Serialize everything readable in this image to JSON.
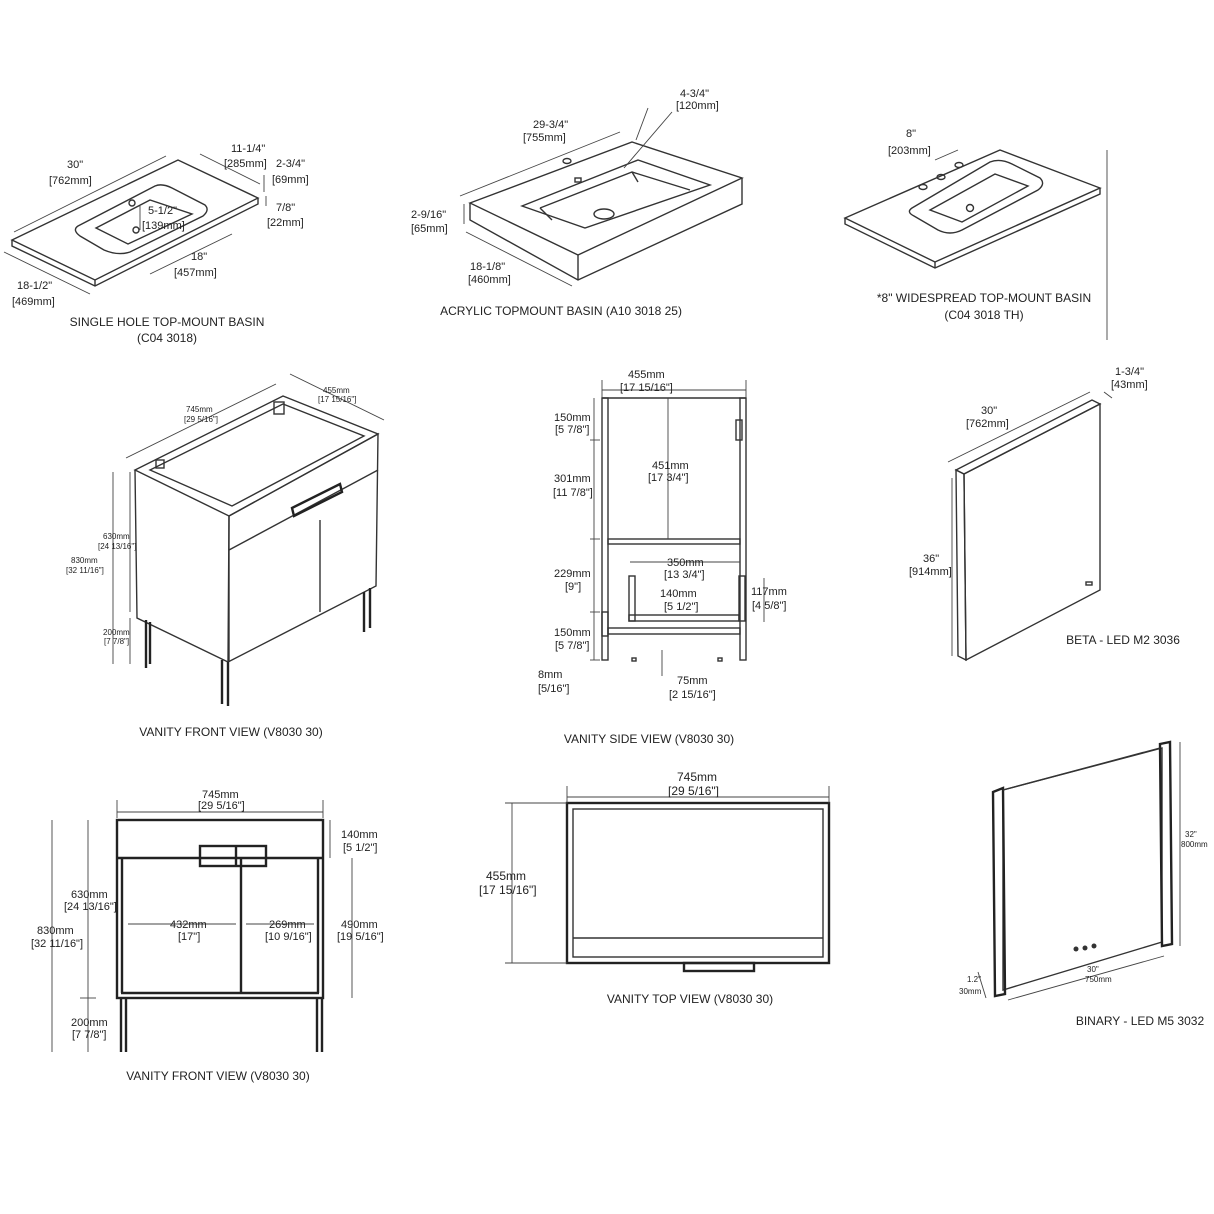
{
  "panels": {
    "single_hole": {
      "caption1": "SINGLE HOLE TOP-MOUNT BASIN",
      "caption2": "(C04 3018)",
      "d_len_in": "30\"",
      "d_len_mm": "[762mm]",
      "d_bw_in": "11-1/4\"",
      "d_bw_mm": "[285mm]",
      "d_bd_in": "2-3/4\"",
      "d_bd_mm": "[69mm]",
      "d_th_in": "7/8\"",
      "d_th_mm": "[22mm]",
      "d_hole_in": "5-1/2\"",
      "d_hole_mm": "[139mm]",
      "d_bl_in": "18\"",
      "d_bl_mm": "[457mm]",
      "d_dep_in": "18-1/2\"",
      "d_dep_mm": "[469mm]"
    },
    "acrylic": {
      "caption1": "ACRYLIC TOPMOUNT BASIN (A10 3018 25)",
      "d_len_in": "29-3/4\"",
      "d_len_mm": "[755mm]",
      "d_bd_in": "4-3/4\"",
      "d_bd_mm": "[120mm]",
      "d_th_in": "2-9/16\"",
      "d_th_mm": "[65mm]",
      "d_dep_in": "18-1/8\"",
      "d_dep_mm": "[460mm]"
    },
    "widespread": {
      "caption1": "*8\" WIDESPREAD TOP-MOUNT BASIN",
      "caption2": "(C04 3018 TH)",
      "d_sp_in": "8\"",
      "d_sp_mm": "[203mm]"
    },
    "front_iso": {
      "caption1": "VANITY FRONT VIEW (V8030 30)",
      "d_w_mm": "745mm",
      "d_w_in": "[29 5/16\"]",
      "d_d_mm": "455mm",
      "d_d_in": "[17 15/16\"]",
      "d_h1_mm": "630mm",
      "d_h1_in": "[24 13/16\"]",
      "d_h_mm": "830mm",
      "d_h_in": "[32 11/16\"]",
      "d_leg_mm": "200mm",
      "d_leg_in": "[7 7/8\"]"
    },
    "side": {
      "caption1": "VANITY SIDE VIEW (V8030 30)",
      "d_w_mm": "455mm",
      "d_w_in": "[17 15/16\"]",
      "d_a_mm": "150mm",
      "d_a_in": "[5 7/8\"]",
      "d_b_mm": "301mm",
      "d_b_in": "[11 7/8\"]",
      "d_c_mm": "229mm",
      "d_c_in": "[9\"]",
      "d_d_mm": "150mm",
      "d_d_in": "[5 7/8\"]",
      "d_e_mm": "8mm",
      "d_e_in": "[5/16\"]",
      "d_in_mm": "451mm",
      "d_in_in": "[17 3/4\"]",
      "d_dr_mm": "350mm",
      "d_dr_in": "[13 3/4\"]",
      "d_dh_mm": "140mm",
      "d_dh_in": "[5 1/2\"]",
      "d_dd_mm": "117mm",
      "d_dd_in": "[4 5/8\"]",
      "d_ft_mm": "75mm",
      "d_ft_in": "[2 15/16\"]"
    },
    "beta": {
      "caption1": "BETA - LED M2 3036",
      "d_w_in": "30\"",
      "d_w_mm": "[762mm]",
      "d_h_in": "36\"",
      "d_h_mm": "[914mm]",
      "d_t_in": "1-3/4\"",
      "d_t_mm": "[43mm]"
    },
    "front": {
      "caption1": "VANITY FRONT VIEW (V8030 30)",
      "d_w_mm": "745mm",
      "d_w_in": "[29 5/16\"]",
      "d_top_mm": "140mm",
      "d_top_in": "[5 1/2\"]",
      "d_h1_mm": "630mm",
      "d_h1_in": "[24 13/16\"]",
      "d_h_mm": "830mm",
      "d_h_in": "[32 11/16\"]",
      "d_dl_mm": "432mm",
      "d_dl_in": "[17\"]",
      "d_dr_mm": "269mm",
      "d_dr_in": "[10 9/16\"]",
      "d_body_mm": "490mm",
      "d_body_in": "[19 5/16\"]",
      "d_leg_mm": "200mm",
      "d_leg_in": "[7 7/8\"]"
    },
    "top": {
      "caption1": "VANITY TOP VIEW (V8030 30)",
      "d_w_mm": "745mm",
      "d_w_in": "[29 5/16\"]",
      "d_d_mm": "455mm",
      "d_d_in": "[17 15/16\"]"
    },
    "binary": {
      "caption1": "BINARY - LED M5 3032",
      "d_h_in": "32\"",
      "d_h_mm": "800mm",
      "d_w_in": "30\"",
      "d_w_mm": "750mm",
      "d_t_in": "1.2\"",
      "d_t_mm": "30mm"
    }
  }
}
